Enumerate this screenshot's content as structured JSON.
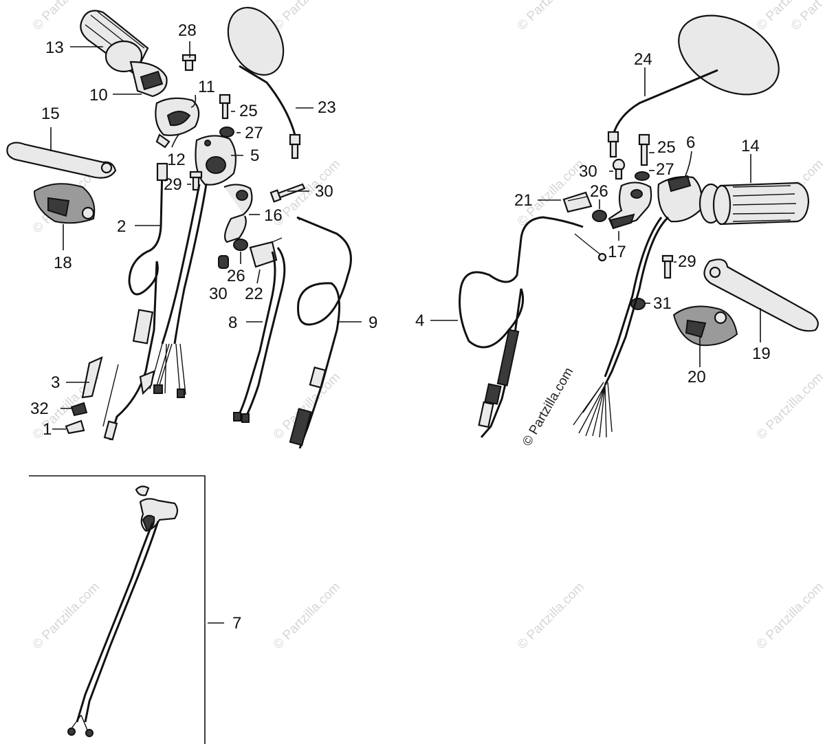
{
  "watermark": {
    "text": "© Partzilla.com",
    "short_text": "© Partz",
    "right_edge_text": "© Part"
  },
  "labels": {
    "p1": "1",
    "p2": "2",
    "p3": "3",
    "p4": "4",
    "p5": "5",
    "p6": "6",
    "p7": "7",
    "p8": "8",
    "p9": "9",
    "p10": "10",
    "p11": "11",
    "p12": "12",
    "p13": "13",
    "p14": "14",
    "p15": "15",
    "p16": "16",
    "p17": "17",
    "p18": "18",
    "p19": "19",
    "p20": "20",
    "p21": "21",
    "p22": "22",
    "p23": "23",
    "p24": "24",
    "p25": "25",
    "p26": "26",
    "p27": "27",
    "p28": "28",
    "p29": "29",
    "p30": "30",
    "p31": "31",
    "p32": "32"
  }
}
